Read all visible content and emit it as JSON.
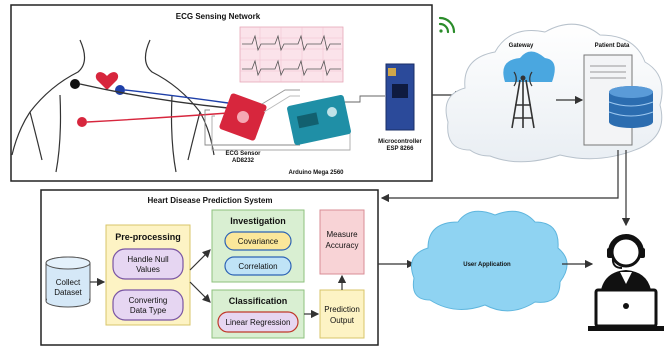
{
  "ecg_network": {
    "title": "ECG Sensing Network",
    "sensor_label_1": "ECG Sensor",
    "sensor_label_2": "AD8232",
    "arduino_label": "Arduino Mega 2560",
    "mcu_label_1": "Microcontroller",
    "mcu_label_2": "ESP 8266"
  },
  "cloud": {
    "gateway_label": "Gateway",
    "patient_data_label": "Patient Data"
  },
  "prediction_system": {
    "title": "Heart Disease Prediction System",
    "collect_dataset_1": "Collect",
    "collect_dataset_2": "Dataset",
    "preprocessing_title": "Pre-processing",
    "handle_null_1": "Handle Null",
    "handle_null_2": "Values",
    "converting_1": "Converting",
    "converting_2": "Data Type",
    "investigation_title": "Investigation",
    "covariance": "Covariance",
    "correlation": "Correlation",
    "classification_title": "Classification",
    "linear_regression": "Linear Regression",
    "measure_accuracy_1": "Measure",
    "measure_accuracy_2": "Accuracy",
    "prediction_output_1": "Prediction",
    "prediction_output_2": "Output"
  },
  "user_app": {
    "label": "User Application"
  },
  "colors": {
    "preprocessing_fill": "#fdf3c4",
    "investigation_fill": "#d9efd2",
    "classification_fill": "#d9efd2",
    "pill_yellow": "#fbe79a",
    "pill_blue": "#bfe3f6",
    "pill_purple": "#e6d6f2",
    "measure_fill": "#f8d3d6",
    "prediction_fill": "#fdf3c4",
    "user_cloud": "#8fd3f2",
    "sensor_red": "#d7263d",
    "arduino_teal": "#1f8fa6",
    "mcu_blue": "#2b4a9a"
  },
  "icons": [
    "wifi-icon",
    "gateway-cloud-icon",
    "cell-tower-icon",
    "server-database-icon",
    "support-agent-icon",
    "heart-icon",
    "ecg-chart-icon",
    "dataset-cylinder-icon"
  ]
}
